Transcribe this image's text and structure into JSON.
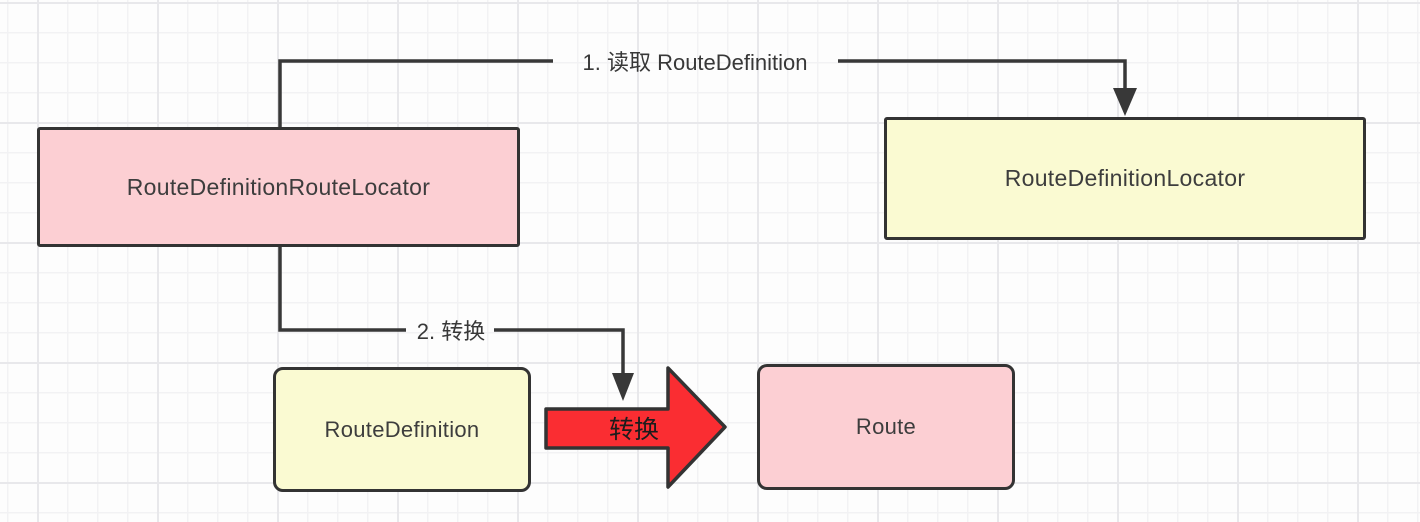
{
  "nodes": [
    {
      "label": "RouteDefinitionRouteLocator",
      "fill": "#fccfd3"
    },
    {
      "label": "RouteDefinitionLocator",
      "fill": "#fafad2"
    },
    {
      "label": "RouteDefinition",
      "fill": "#fafad2"
    },
    {
      "label": "Route",
      "fill": "#fccfd3"
    }
  ],
  "edges": [
    {
      "label": "1. 读取 RouteDefinition"
    },
    {
      "label": "2. 转换"
    }
  ],
  "transform_arrow": {
    "label": "转换",
    "fill": "#fa2d32"
  },
  "colors": {
    "node_pink": "#fccfd3",
    "node_yellow": "#fafad2",
    "arrow_red": "#fa2d32",
    "line": "#383838",
    "node_border": "#333333"
  }
}
